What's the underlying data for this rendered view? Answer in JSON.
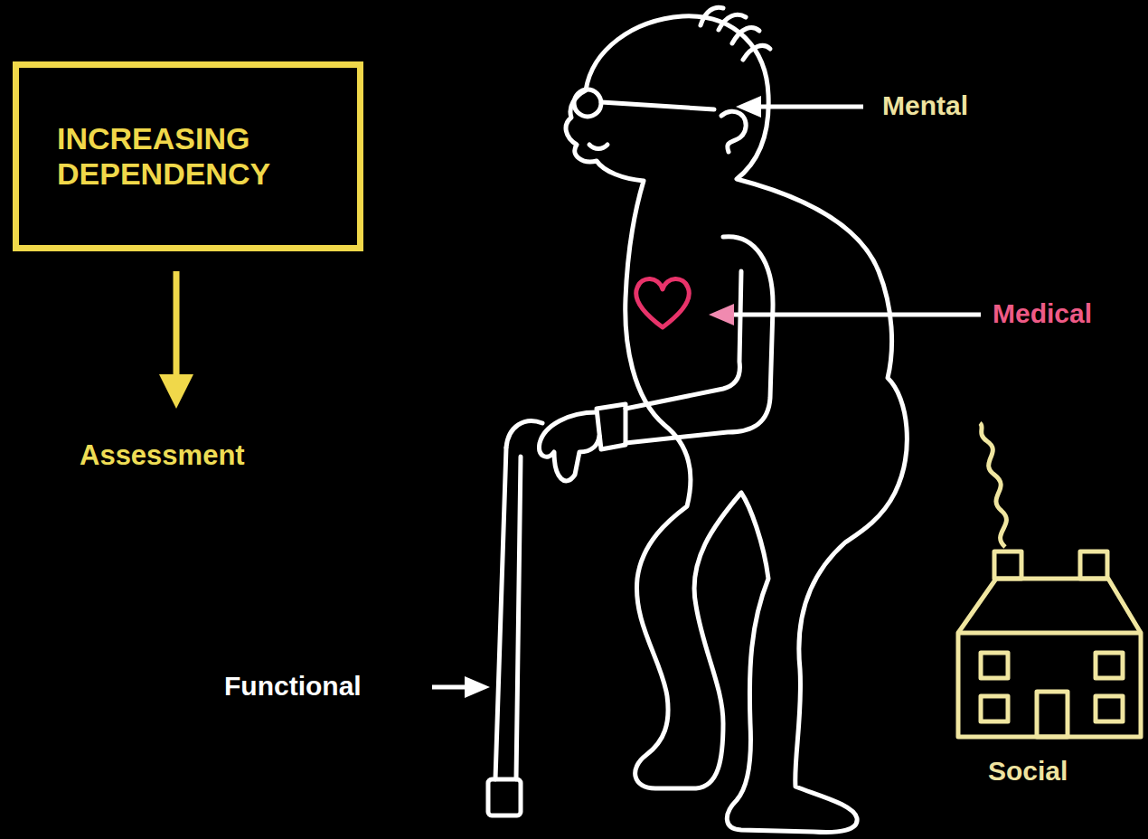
{
  "diagram": {
    "nodes": [
      {
        "text": [
          "INCREASING DEPENDENCY"
        ]
      }
    ],
    "labels": [
      "Assessment",
      "Mental",
      "Medical",
      "Functional",
      "Social"
    ]
  }
}
